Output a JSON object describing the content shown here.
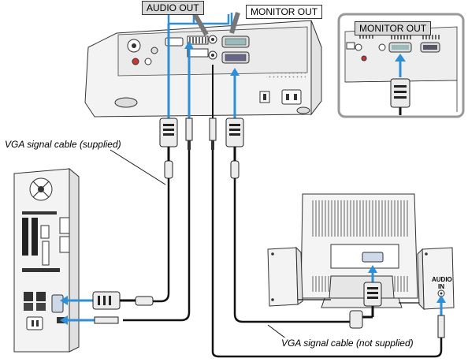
{
  "labels": {
    "audio_out": "AUDIO OUT",
    "monitor_out": "MONITOR OUT",
    "inset_monitor_out": "MONITOR OUT",
    "vga_supplied": "VGA signal cable (supplied)",
    "vga_not_supplied": "VGA signal cable (not supplied)",
    "audio_in_line1": "AUDIO",
    "audio_in_line2": "IN"
  },
  "colors": {
    "signal_arrow": "#2e8fd6",
    "cable": "#111111",
    "device_body": "#f2f2f2",
    "device_outline": "#333333",
    "inset_border": "#9a9a9a",
    "label_shade": "#d9d9d9"
  },
  "icons": [
    "projector",
    "computer-tower",
    "monitor",
    "speaker",
    "vga-connector",
    "audio-plug"
  ]
}
